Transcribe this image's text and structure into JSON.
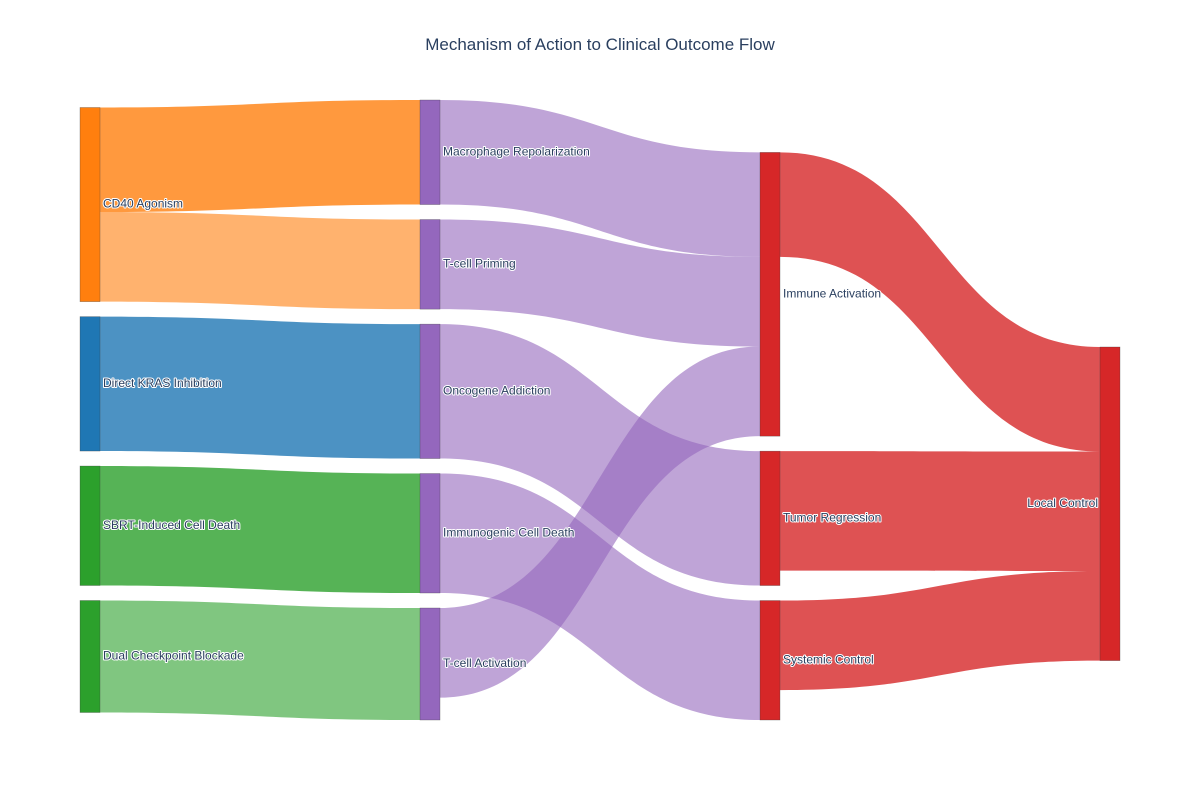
{
  "chart_data": {
    "type": "sankey",
    "title": "Mechanism of Action to Clinical Outcome Flow",
    "colors": {
      "node_orange": "#ff7f0e",
      "node_blue": "#1f77b4",
      "node_green": "#2ca02c",
      "node_purple": "#9467bd",
      "node_red": "#d62728",
      "link_purple": "rgba(148,103,189,0.6)",
      "link_red": "rgba(214,39,40,0.8)",
      "title_text": "#2a3f5f"
    },
    "nodes": [
      {
        "id": "cd40",
        "label": "CD40 Agonism",
        "column": 0,
        "color": "#ff7f0e"
      },
      {
        "id": "kras",
        "label": "Direct KRAS Inhibition",
        "column": 0,
        "color": "#1f77b4"
      },
      {
        "id": "sbrt",
        "label": "SBRT-Induced Cell Death",
        "column": 0,
        "color": "#2ca02c"
      },
      {
        "id": "dcb",
        "label": "Dual Checkpoint Blockade",
        "column": 0,
        "color": "#2ca02c"
      },
      {
        "id": "mac",
        "label": "Macrophage Repolarization",
        "column": 1,
        "color": "#9467bd"
      },
      {
        "id": "tpr",
        "label": "T-cell Priming",
        "column": 1,
        "color": "#9467bd"
      },
      {
        "id": "onc",
        "label": "Oncogene Addiction",
        "column": 1,
        "color": "#9467bd"
      },
      {
        "id": "icd",
        "label": "Immunogenic Cell Death",
        "column": 1,
        "color": "#9467bd"
      },
      {
        "id": "tac",
        "label": "T-cell Activation",
        "column": 1,
        "color": "#9467bd"
      },
      {
        "id": "imm",
        "label": "Immune Activation",
        "column": 2,
        "color": "#d62728"
      },
      {
        "id": "tum",
        "label": "Tumor Regression",
        "column": 2,
        "color": "#d62728"
      },
      {
        "id": "sys",
        "label": "Systemic Control",
        "column": 2,
        "color": "#d62728"
      },
      {
        "id": "loc",
        "label": "Local Control",
        "column": 3,
        "color": "#d62728"
      }
    ],
    "links": [
      {
        "source": "cd40",
        "target": "mac",
        "value": 35,
        "color": "rgba(255,127,14,0.8)"
      },
      {
        "source": "cd40",
        "target": "tpr",
        "value": 30,
        "color": "rgba(255,127,14,0.6)"
      },
      {
        "source": "kras",
        "target": "onc",
        "value": 45,
        "color": "rgba(31,119,180,0.8)"
      },
      {
        "source": "sbrt",
        "target": "icd",
        "value": 40,
        "color": "rgba(44,160,44,0.8)"
      },
      {
        "source": "dcb",
        "target": "tac",
        "value": 37.5,
        "color": "rgba(44,160,44,0.6)"
      },
      {
        "source": "mac",
        "target": "imm",
        "value": 35,
        "color": "rgba(148,103,189,0.6)"
      },
      {
        "source": "tpr",
        "target": "imm",
        "value": 30,
        "color": "rgba(148,103,189,0.6)"
      },
      {
        "source": "onc",
        "target": "tum",
        "value": 45,
        "color": "rgba(148,103,189,0.6)"
      },
      {
        "source": "icd",
        "target": "sys",
        "value": 40,
        "color": "rgba(148,103,189,0.6)"
      },
      {
        "source": "tac",
        "target": "imm",
        "value": 30,
        "color": "rgba(148,103,189,0.6)"
      },
      {
        "source": "imm",
        "target": "loc",
        "value": 35,
        "color": "rgba(214,39,40,0.8)"
      },
      {
        "source": "tum",
        "target": "loc",
        "value": 40,
        "color": "rgba(214,39,40,0.8)"
      },
      {
        "source": "sys",
        "target": "loc",
        "value": 30,
        "color": "rgba(214,39,40,0.8)"
      }
    ]
  }
}
